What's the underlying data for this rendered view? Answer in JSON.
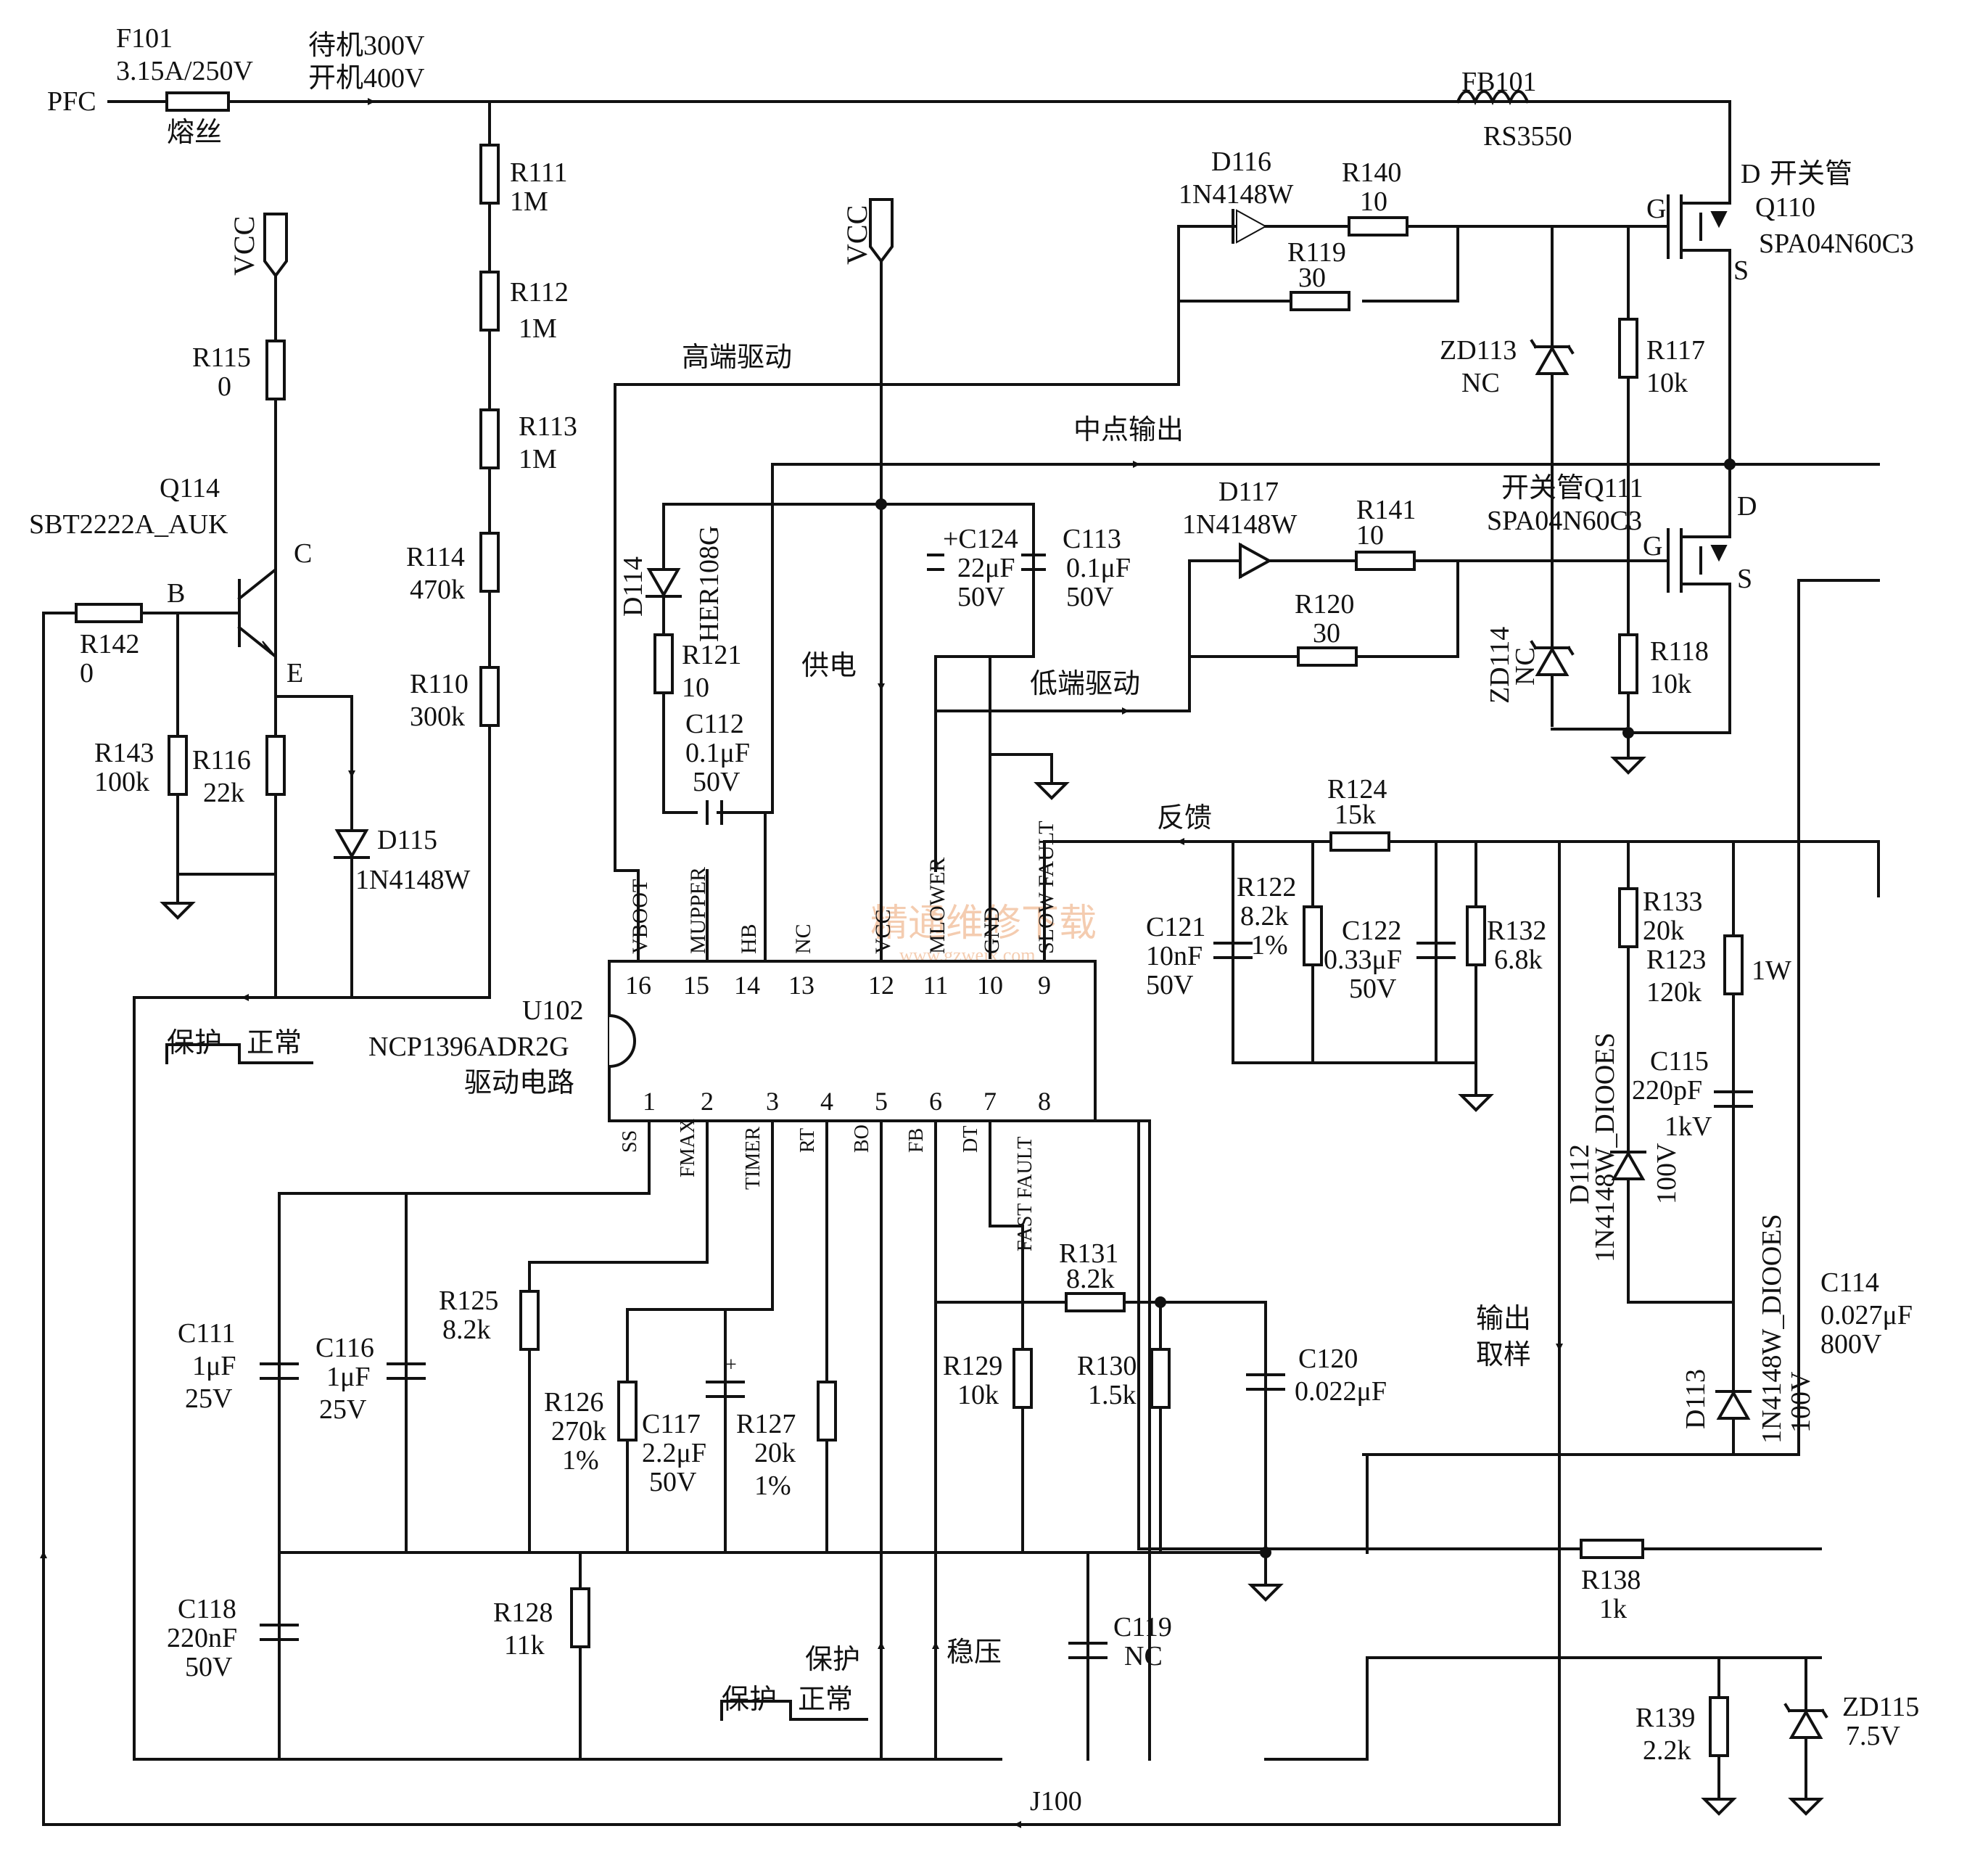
{
  "input": {
    "pfc": "PFC",
    "fuse_ref": "F101",
    "fuse_rating": "3.15A/250V",
    "fuse_note": "熔丝",
    "standby_v": "待机300V",
    "on_v": "开机400V"
  },
  "vcc1": "VCC",
  "vcc2": "VCC",
  "signals": {
    "high_drive": "高端驱动",
    "mid_out": "中点输出",
    "low_drive": "低端驱动",
    "supply": "供电",
    "feedback": "反馈",
    "regulate": "稳压",
    "out_sample_1": "输出",
    "out_sample_2": "取样",
    "protect_left": "保护",
    "normal_left": "正常",
    "protect_mid_top": "保护",
    "protect_mid": "保护",
    "normal_mid": "正常"
  },
  "ic": {
    "ref": "U102",
    "part": "NCP1396ADR2G",
    "desc": "驱动电路",
    "top_pins": [
      {
        "name": "VBOOT",
        "num": "16"
      },
      {
        "name": "MUPPER",
        "num": "15"
      },
      {
        "name": "HB",
        "num": "14"
      },
      {
        "name": "NC",
        "num": "13"
      },
      {
        "name": "VCC",
        "num": "12"
      },
      {
        "name": "MLOWER",
        "num": "11"
      },
      {
        "name": "GND",
        "num": "10"
      },
      {
        "name": "SLOW FAULT",
        "num": "9"
      }
    ],
    "bottom_pins": [
      {
        "name": "SS",
        "num": "1"
      },
      {
        "name": "FMAX",
        "num": "2"
      },
      {
        "name": "TIMER",
        "num": "3"
      },
      {
        "name": "RT",
        "num": "4"
      },
      {
        "name": "BO",
        "num": "5"
      },
      {
        "name": "FB",
        "num": "6"
      },
      {
        "name": "DT",
        "num": "7"
      },
      {
        "name": "FAST FAULT",
        "num": "8"
      }
    ]
  },
  "parts": {
    "R111": {
      "ref": "R111",
      "val": "1M"
    },
    "R112": {
      "ref": "R112",
      "val": "1M"
    },
    "R113": {
      "ref": "R113",
      "val": "1M"
    },
    "R114": {
      "ref": "R114",
      "val": "470k"
    },
    "R110": {
      "ref": "R110",
      "val": "300k"
    },
    "R115": {
      "ref": "R115",
      "val": "0"
    },
    "Q114": {
      "ref": "Q114",
      "part": "SBT2222A_AUK",
      "c": "C",
      "b": "B",
      "e": "E"
    },
    "R142": {
      "ref": "R142",
      "val": "0"
    },
    "R143": {
      "ref": "R143",
      "val": "100k"
    },
    "R116": {
      "ref": "R116",
      "val": "22k"
    },
    "D115": {
      "ref": "D115",
      "part": "1N4148W"
    },
    "FB101": {
      "ref": "FB101",
      "part": "RS3550"
    },
    "D116": {
      "ref": "D116",
      "part": "1N4148W"
    },
    "R140": {
      "ref": "R140",
      "val": "10"
    },
    "R119": {
      "ref": "R119",
      "val": "30"
    },
    "ZD113": {
      "ref": "ZD113",
      "val": "NC"
    },
    "R117": {
      "ref": "R117",
      "val": "10k"
    },
    "Q110": {
      "d": "D",
      "label": "开关管",
      "ref": "Q110",
      "part": "SPA04N60C3",
      "g": "G",
      "s": "S"
    },
    "D117": {
      "ref": "D117",
      "part": "1N4148W"
    },
    "R141": {
      "ref": "R141",
      "val": "10"
    },
    "R120": {
      "ref": "R120",
      "val": "30"
    },
    "ZD114": {
      "ref": "ZD114",
      "val": "NC"
    },
    "R118": {
      "ref": "R118",
      "val": "10k"
    },
    "Q111": {
      "label": "开关管Q111",
      "part": "SPA04N60C3",
      "d": "D",
      "g": "G",
      "s": "S"
    },
    "D114": {
      "ref": "D114",
      "part": "HER108G"
    },
    "R121": {
      "ref": "R121",
      "val": "10"
    },
    "C112": {
      "ref": "C112",
      "val": "0.1μF",
      "volt": "50V"
    },
    "C124": {
      "ref": "+C124",
      "val": "22μF",
      "volt": "50V"
    },
    "C113": {
      "ref": "C113",
      "val": "0.1μF",
      "volt": "50V"
    },
    "R124": {
      "ref": "R124",
      "val": "15k"
    },
    "C121": {
      "ref": "C121",
      "val": "10nF",
      "volt": "50V"
    },
    "R122": {
      "ref": "R122",
      "val": "8.2k",
      "tol": "1%"
    },
    "C122": {
      "ref": "C122",
      "val": "0.33μF",
      "volt": "50V"
    },
    "R132": {
      "ref": "R132",
      "val": "6.8k"
    },
    "R133": {
      "ref": "R133",
      "val": "20k"
    },
    "R123": {
      "ref": "R123",
      "val": "120k"
    },
    "R123w": "1W",
    "C115": {
      "ref": "C115",
      "val": "220pF",
      "volt": "1kV"
    },
    "D112": {
      "ref": "D112",
      "part": "1N4148W_DIOOES",
      "volt": "100V"
    },
    "D113": {
      "ref": "D113",
      "part": "1N4148W_DIOOES",
      "volt": "100V"
    },
    "C114": {
      "ref": "C114",
      "val": "0.027μF",
      "volt": "800V"
    },
    "C111": {
      "ref": "C111",
      "val": "1μF",
      "volt": "25V"
    },
    "C116": {
      "ref": "C116",
      "val": "1μF",
      "volt": "25V"
    },
    "R125": {
      "ref": "R125",
      "val": "8.2k"
    },
    "R126": {
      "ref": "R126",
      "val": "270k",
      "tol": "1%"
    },
    "C117": {
      "ref": "C117",
      "val": "2.2μF",
      "volt": "50V"
    },
    "R127": {
      "ref": "R127",
      "val": "20k",
      "tol": "1%"
    },
    "R131": {
      "ref": "R131",
      "val": "8.2k"
    },
    "R129": {
      "ref": "R129",
      "val": "10k"
    },
    "R130": {
      "ref": "R130",
      "val": "1.5k"
    },
    "C120": {
      "ref": "C120",
      "val": "0.022μF"
    },
    "C118": {
      "ref": "C118",
      "val": "220nF",
      "volt": "50V"
    },
    "R128": {
      "ref": "R128",
      "val": "11k"
    },
    "C119": {
      "ref": "C119",
      "val": "NC"
    },
    "R138": {
      "ref": "R138",
      "val": "1k"
    },
    "R139": {
      "ref": "R139",
      "val": "2.2k"
    },
    "ZD115": {
      "ref": "ZD115",
      "val": "7.5V"
    },
    "J100": "J100"
  },
  "watermark": {
    "cn": "精通维修下载",
    "url": "www.gzweix.com"
  }
}
